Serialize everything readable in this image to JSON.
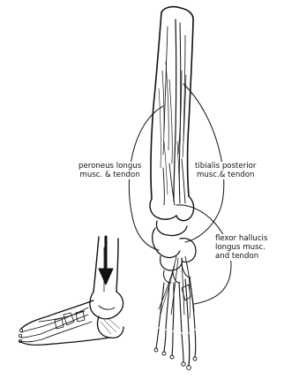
{
  "labels": {
    "peroneus": [
      "peroneus longus",
      "musc. & tendon"
    ],
    "tibialis": [
      "tibialis posterior",
      "musc.& tendon"
    ],
    "flexor": [
      "flexor hallucis",
      "longus musc.",
      "and tendon"
    ]
  },
  "colors": {
    "ink": "#111111",
    "paper": "#ffffff"
  }
}
